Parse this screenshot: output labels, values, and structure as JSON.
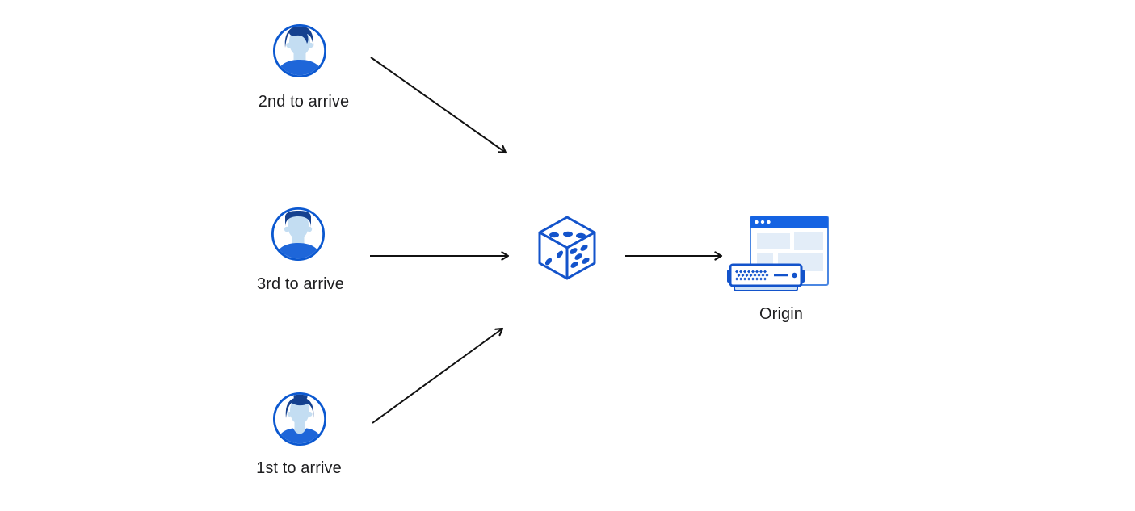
{
  "diagram": {
    "description_hint": "Three visitors' requests pass through a dice (random selection) before reaching the origin"
  },
  "actors": [
    {
      "id": "second-to-arrive",
      "label": "2nd to arrive",
      "icon": "avatar-man-wavy-hair-icon"
    },
    {
      "id": "third-to-arrive",
      "label": "3rd to arrive",
      "icon": "avatar-man-flat-hair-icon"
    },
    {
      "id": "first-to-arrive",
      "label": "1st to arrive",
      "icon": "avatar-woman-bun-hair-icon"
    }
  ],
  "center": {
    "icon": "dice-icon"
  },
  "origin": {
    "label": "Origin",
    "icon": "origin-server-icon"
  },
  "arrows": [
    {
      "from": "second-to-arrive",
      "to": "dice"
    },
    {
      "from": "third-to-arrive",
      "to": "dice"
    },
    {
      "from": "first-to-arrive",
      "to": "dice"
    },
    {
      "from": "dice",
      "to": "origin"
    }
  ],
  "colors": {
    "background": "#ffffff",
    "icon_blue": "#1353cb",
    "avatar_ring_blue": "#0b58d0",
    "hair_navy": "#15418f",
    "skin_light_blue": "#c3ddf2",
    "shirt_blue": "#1e66d9",
    "titlebar_blue": "#1563e2",
    "panel_light_blue": "#e3edf8",
    "server_base_blue": "#cfe2f6",
    "arrow_black": "#111111",
    "text_black": "#1d1d1f"
  }
}
